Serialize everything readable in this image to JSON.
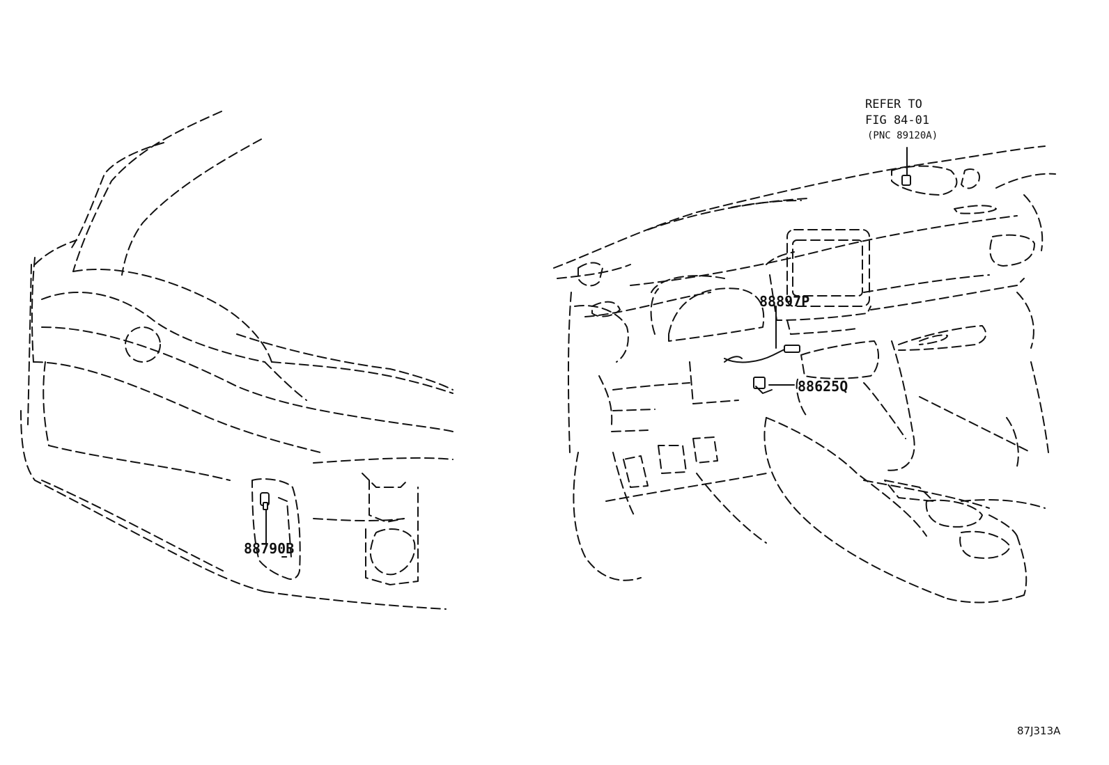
{
  "callouts": {
    "p1": "88790B",
    "p2": "88897P",
    "p3": "88625Q"
  },
  "reference": {
    "line1": "REFER TO",
    "line2": "FIG 84-01",
    "line3": "(PNC 89120A)"
  },
  "figure_id": "87J313A"
}
